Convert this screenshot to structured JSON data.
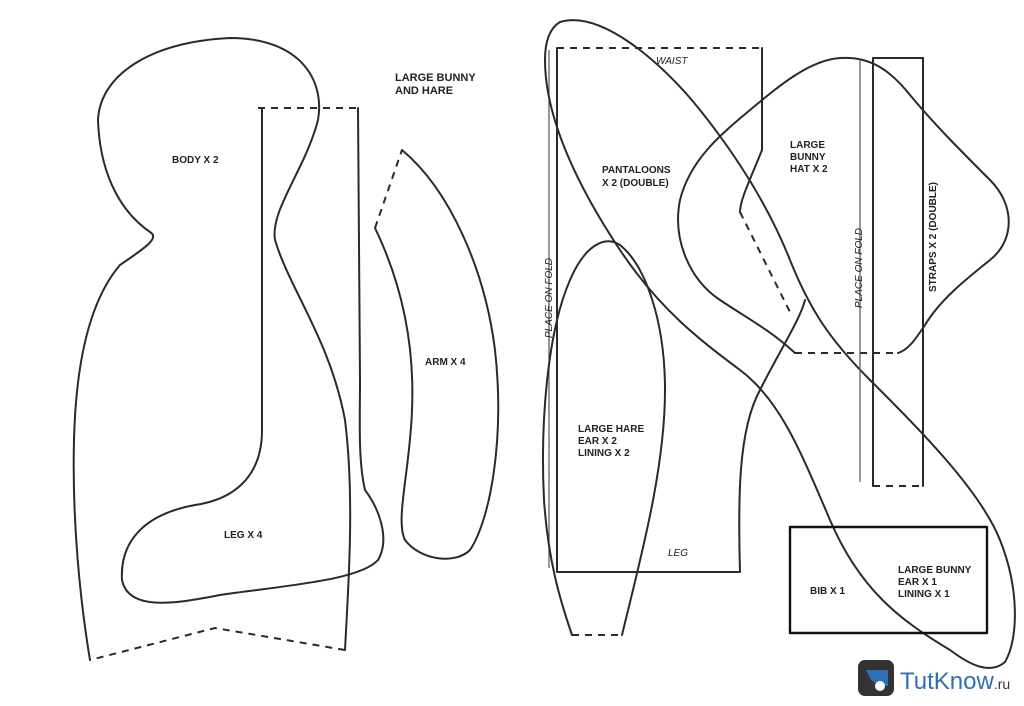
{
  "title": {
    "line1": "LARGE BUNNY",
    "line2": "AND HARE"
  },
  "labels": {
    "body": "BODY X 2",
    "leg": "LEG X 4",
    "arm": "ARM X 4",
    "waist": "WAIST",
    "pantaloons_1": "PANTALOONS",
    "pantaloons_2": "X 2 (DOUBLE)",
    "place_on_fold_left": "PLACE ON FOLD",
    "hare_ear_1": "LARGE HARE",
    "hare_ear_2": "EAR X 2",
    "hare_ear_3": "LINING X 2",
    "pantaloons_leg": "LEG",
    "hat_1": "LARGE",
    "hat_2": "BUNNY",
    "hat_3": "HAT X 2",
    "place_on_fold_right": "PLACE ON FOLD",
    "straps": "STRAPS X 2 (DOUBLE)",
    "bib": "BIB X 1",
    "bunny_ear_1": "LARGE BUNNY",
    "bunny_ear_2": "EAR X 1",
    "bunny_ear_3": "LINING X 1"
  },
  "watermark": {
    "brand_main": "TutKnow",
    "brand_suffix": ".ru",
    "logo_icon": "tutknow-logo-icon"
  },
  "colors": {
    "line": "#2a2a2a",
    "watermark_blue": "#2f6fb7",
    "watermark_dark": "#333333"
  }
}
